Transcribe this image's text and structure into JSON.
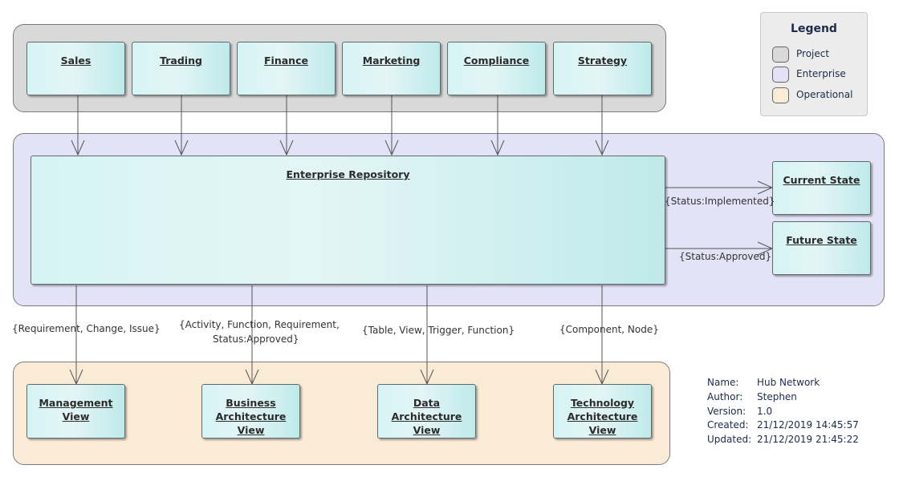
{
  "groups": {
    "project": "Project",
    "enterprise": "Enterprise",
    "operational": "Operational"
  },
  "project_nodes": [
    "Sales",
    "Trading",
    "Finance",
    "Marketing",
    "Compliance",
    "Strategy"
  ],
  "repository": "Enterprise Repository",
  "states": [
    "Current State",
    "Future State"
  ],
  "state_connector_labels": [
    "{Status:Implemented}",
    "{Status:Approved}"
  ],
  "views": [
    "Management View",
    "Business Architecture View",
    "Data Architecture View",
    "Technology Architecture View"
  ],
  "view_connector_labels": [
    "{Requirement, Change, Issue}",
    "{Activity, Function, Requirement,",
    "Status:Approved}",
    "{Table, View, Trigger, Function}",
    "{Component, Node}"
  ],
  "legend": {
    "title": "Legend",
    "items": [
      {
        "label": "Project",
        "color": "#d9d9d9"
      },
      {
        "label": "Enterprise",
        "color": "#e3e2f7"
      },
      {
        "label": "Operational",
        "color": "#faebd7"
      }
    ]
  },
  "info": {
    "name_key": "Name:",
    "name": "Hub Network",
    "author_key": "Author:",
    "author": "Stephen",
    "version_key": "Version:",
    "version": "1.0",
    "created_key": "Created:",
    "created": "21/12/2019 14:45:57",
    "updated_key": "Updated:",
    "updated": "21/12/2019 21:45:22"
  }
}
